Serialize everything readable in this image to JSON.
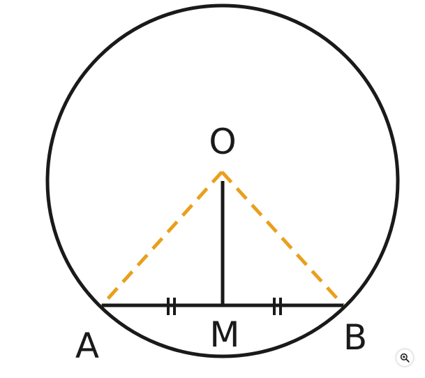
{
  "diagram": {
    "labels": {
      "center": "O",
      "left_endpoint": "A",
      "right_endpoint": "B",
      "midpoint": "M"
    },
    "colors": {
      "stroke": "#1a1a1a",
      "radius_dash": "#e8a01c",
      "background": "#ffffff"
    }
  },
  "controls": {
    "zoom_icon": "zoom-in-icon"
  }
}
